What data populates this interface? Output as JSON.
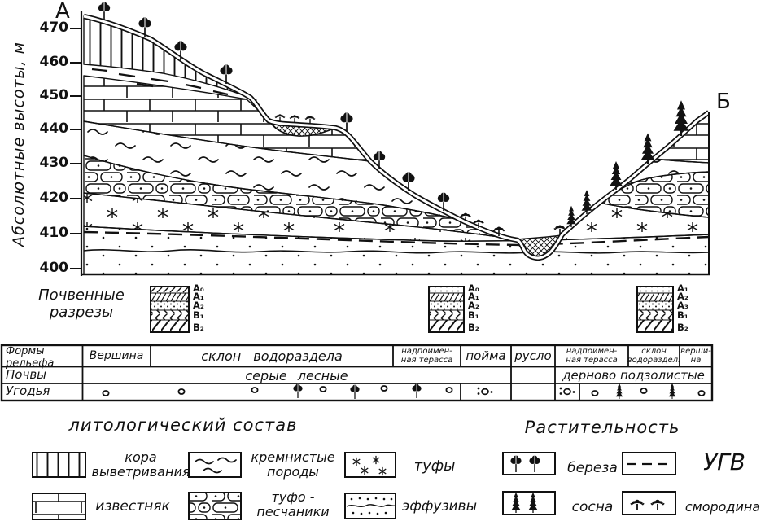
{
  "axis": {
    "label": "Абсолютные высоты, м",
    "ticks": [
      "470",
      "460",
      "450",
      "440",
      "430",
      "420",
      "410",
      "400"
    ]
  },
  "points": {
    "left": "А",
    "right": "Б"
  },
  "soil": {
    "label_lines": [
      "Почвенные",
      "разрезы"
    ],
    "profiles": [
      {
        "horizons": [
          "А₀",
          "А₁",
          "А₂",
          "В₁",
          "В₂"
        ]
      },
      {
        "horizons": [
          "А₀",
          "А₁",
          "А₂",
          "В₁",
          "В₂"
        ]
      },
      {
        "horizons": [
          "А₁",
          "А₂",
          "А₃",
          "В₁",
          "В₂"
        ]
      }
    ]
  },
  "table": {
    "row_labels": [
      "Формы рельефа",
      "Почвы",
      "Угодья"
    ],
    "relief": [
      {
        "l1": "Вершина",
        "l2": ""
      },
      {
        "l1": "склон водораздела",
        "l2": ""
      },
      {
        "l1": "надпоймен-",
        "l2": "ная терасса"
      },
      {
        "l1": "пойма",
        "l2": ""
      },
      {
        "l1": "русло",
        "l2": ""
      },
      {
        "l1": "надпоймен-",
        "l2": "ная терасса"
      },
      {
        "l1": "склон",
        "l2": "водораздел."
      },
      {
        "l1": "верши-",
        "l2": "на"
      }
    ],
    "soils": [
      "серые лесные",
      "дерново подзолистые"
    ]
  },
  "legend_lithology": {
    "title": "литологический состав",
    "items": [
      {
        "lines": [
          "кора",
          "выветривания"
        ]
      },
      {
        "lines": [
          "известняк",
          ""
        ]
      },
      {
        "lines": [
          "кремнистые",
          "породы"
        ]
      },
      {
        "lines": [
          "туфо -",
          "песчаники"
        ]
      },
      {
        "lines": [
          "туфы",
          ""
        ]
      },
      {
        "lines": [
          "эффузивы",
          ""
        ]
      }
    ]
  },
  "legend_vegetation": {
    "title": "Растительность",
    "items": [
      {
        "label": "береза"
      },
      {
        "label": "сосна"
      },
      {
        "label": "смородина"
      }
    ],
    "ugv": "УГВ"
  }
}
